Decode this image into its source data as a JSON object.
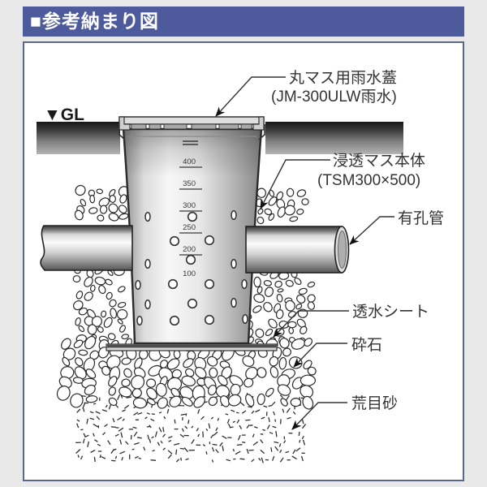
{
  "header": {
    "title": "■参考納まり図",
    "bg_color": "#4d5a9b",
    "text_color": "#ffffff"
  },
  "diagram": {
    "border_color": "#5a688c",
    "gl_label": "▼GL",
    "scale_marks": [
      "400",
      "350",
      "300",
      "250",
      "200",
      "100"
    ],
    "labels": {
      "rain_lid_line1": "丸マス用雨水蓋",
      "rain_lid_line2": "(JM-300ULW雨水)",
      "basin_body_line1": "浸透マス本体",
      "basin_body_line2": "(TSM300×500)",
      "perforated_pipe": "有孔管",
      "permeable_sheet": "透水シート",
      "crushed_stone": "砕石",
      "coarse_sand": "荒目砂"
    }
  }
}
